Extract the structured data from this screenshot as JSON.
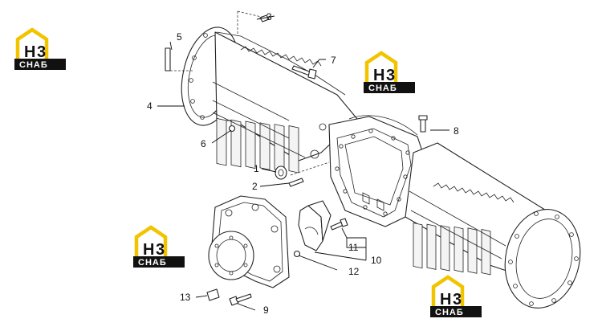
{
  "diagram": {
    "callouts": [
      "1",
      "2",
      "3",
      "4",
      "5",
      "6",
      "7",
      "8",
      "9",
      "10",
      "11",
      "12",
      "13"
    ]
  },
  "watermark": {
    "letters_h": "H",
    "letters_3": "3",
    "word": "СНАБ",
    "colors": {
      "yellow": "#f2c400",
      "dark": "#111111"
    }
  }
}
